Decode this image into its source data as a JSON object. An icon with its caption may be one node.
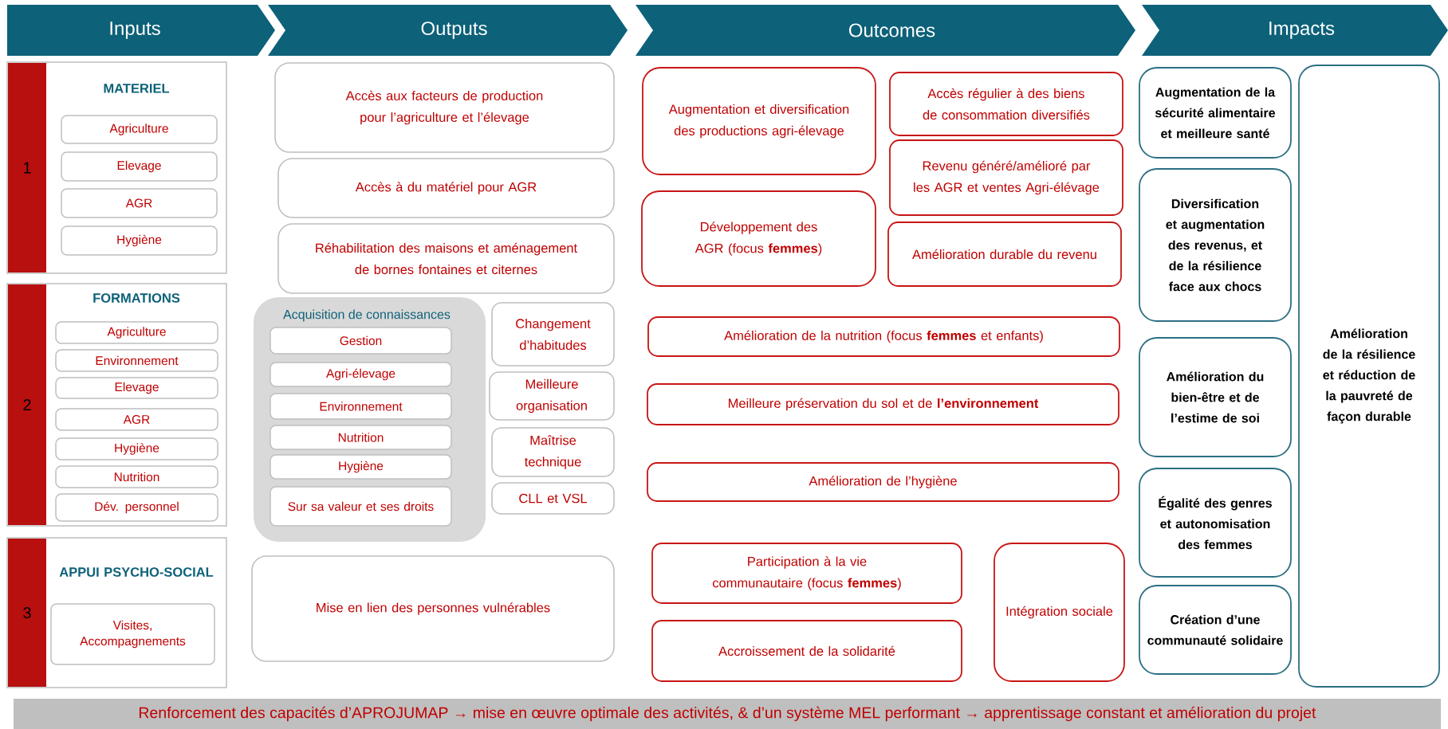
{
  "diagram": {
    "nodes": [
      {
        "text": [
          "Inputs"
        ]
      },
      {
        "text": [
          "Outputs"
        ]
      },
      {
        "text": [
          "Outcomes"
        ]
      },
      {
        "text": [
          "Impacts"
        ]
      },
      {
        "text": [
          "1",
          "MATERIEL"
        ]
      },
      {
        "text": [
          "Agriculture"
        ],
        "in": 4
      },
      {
        "text": [
          "Elevage"
        ],
        "in": 4
      },
      {
        "text": [
          "AGR"
        ],
        "in": 4
      },
      {
        "text": [
          "Hygiène"
        ],
        "in": 4
      },
      {
        "text": [
          "2",
          "FORMATIONS"
        ]
      },
      {
        "text": [
          "Agriculture"
        ],
        "in": 9
      },
      {
        "text": [
          "Environnement"
        ],
        "in": 9
      },
      {
        "text": [
          "Elevage"
        ],
        "in": 9
      },
      {
        "text": [
          "AGR"
        ],
        "in": 9
      },
      {
        "text": [
          "Hygiène"
        ],
        "in": 9
      },
      {
        "text": [
          "Nutrition"
        ],
        "in": 9
      },
      {
        "text": [
          "Dév. personnel"
        ],
        "in": 9
      },
      {
        "text": [
          "3",
          "APPUI PSYCHO-SOCIAL"
        ]
      },
      {
        "text": [
          "Visites, Accompagnements"
        ],
        "in": 17
      },
      {
        "text": [
          "Accès aux facteurs de production pour l’agriculture et l’élevage"
        ]
      },
      {
        "text": [
          "Accès à du matériel pour AGR"
        ]
      },
      {
        "text": [
          "Réhabilitation des maisons et aménagement de bornes fontaines et citernes"
        ]
      },
      {
        "text": [
          "Acquisition de connaissances"
        ]
      },
      {
        "text": [
          "Gestion"
        ],
        "in": 22
      },
      {
        "text": [
          "Agri-élevage"
        ],
        "in": 22
      },
      {
        "text": [
          "Environnement"
        ],
        "in": 22
      },
      {
        "text": [
          "Nutrition"
        ],
        "in": 22
      },
      {
        "text": [
          "Hygiène"
        ],
        "in": 22
      },
      {
        "text": [
          "Sur sa valeur et ses droits"
        ],
        "in": 22
      },
      {
        "text": [
          "Changement d’habitudes"
        ]
      },
      {
        "text": [
          "Meilleure organisation"
        ]
      },
      {
        "text": [
          "Maîtrise technique"
        ]
      },
      {
        "text": [
          "CLL et VSL"
        ]
      },
      {
        "text": [
          "Mise en lien des personnes vulnérables"
        ]
      },
      {
        "text": [
          "Augmentation et diversification des productions agri-élevage"
        ]
      },
      {
        "text": [
          "Accès régulier à des biens de consommation diversifiés"
        ]
      },
      {
        "text": [
          "Revenu généré/amélioré par les AGR et ventes Agri-élévage"
        ]
      },
      {
        "text": [
          "Développement des AGR (focus **femmes**)"
        ]
      },
      {
        "text": [
          "Amélioration durable du revenu"
        ]
      },
      {
        "text": [
          "Amélioration de la nutrition (focus **femmes** et enfants)"
        ]
      },
      {
        "text": [
          "Meilleure préservation du sol et de **l’environnement**"
        ]
      },
      {
        "text": [
          "Amélioration de l’hygiène"
        ]
      },
      {
        "text": [
          "Participation à la vie communautaire (focus **femmes**)"
        ]
      },
      {
        "text": [
          "Accroissement de la solidarité"
        ]
      },
      {
        "text": [
          "Intégration sociale"
        ]
      },
      {
        "text": [
          "Augmentation de la sécurité alimentaire et meilleure santé"
        ]
      },
      {
        "text": [
          "Diversification et augmentation des revenus, et de la résilience face aux chocs"
        ]
      },
      {
        "text": [
          "Amélioration du bien-être et de l’estime de soi"
        ]
      },
      {
        "text": [
          "Égalité des genres et autonomisation des femmes"
        ]
      },
      {
        "text": [
          "Création d’une communauté solidaire"
        ]
      },
      {
        "text": [
          "Amélioration de la résilience et réduction de la pauvreté de façon durable"
        ]
      },
      {
        "text": [
          "Renforcement des capacités d’APROJUMAP → mise en œuvre optimale des activités, & d’un système MEL performant → apprentissage constant et amélioration du projet"
        ]
      }
    ]
  }
}
